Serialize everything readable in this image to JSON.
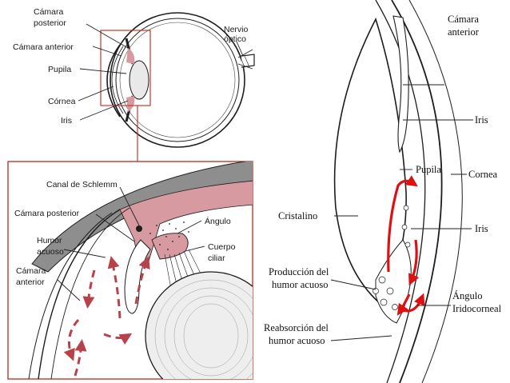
{
  "colors": {
    "humor_red": "#b8424a",
    "tissue_pink": "#d79aa0",
    "sclera_gray": "#8e8e8e",
    "zoom_box": "#c0392b",
    "ink": "#1d1d1d"
  },
  "left_panel": {
    "labels": {
      "camara_posterior": [
        "Cámara",
        "posterior"
      ],
      "camara_anterior": "Cámara anterior",
      "pupila": "Pupila",
      "cornea": "Córnea",
      "iris": "Iris",
      "nervio_optico": [
        "Nervio",
        "óptico"
      ]
    },
    "detail_labels": {
      "canal_schlemm": "Canal de Schlemm",
      "camara_posterior": "Cámara posterior",
      "angulo": "Ángulo",
      "humor_acuoso": [
        "Humor",
        "acuoso"
      ],
      "cuerpo_ciliar": [
        "Cuerpo",
        "ciliar"
      ],
      "camara_anterior": [
        "Cámara",
        "anterior"
      ]
    }
  },
  "right_panel": {
    "labels": {
      "camara_anterior": [
        "Cámara",
        "anterior"
      ],
      "iris_top": "Iris",
      "pupila": "Pupila",
      "cornea": "Cornea",
      "cristalino": "Cristalino",
      "iris_bottom": "Iris",
      "produccion": [
        "Producción del",
        "humor acuoso"
      ],
      "angulo_iridocorneal": [
        "Ángulo",
        "Iridocorneal"
      ],
      "reabsorcion": [
        "Reabsorción del",
        "humor acuoso"
      ]
    }
  }
}
